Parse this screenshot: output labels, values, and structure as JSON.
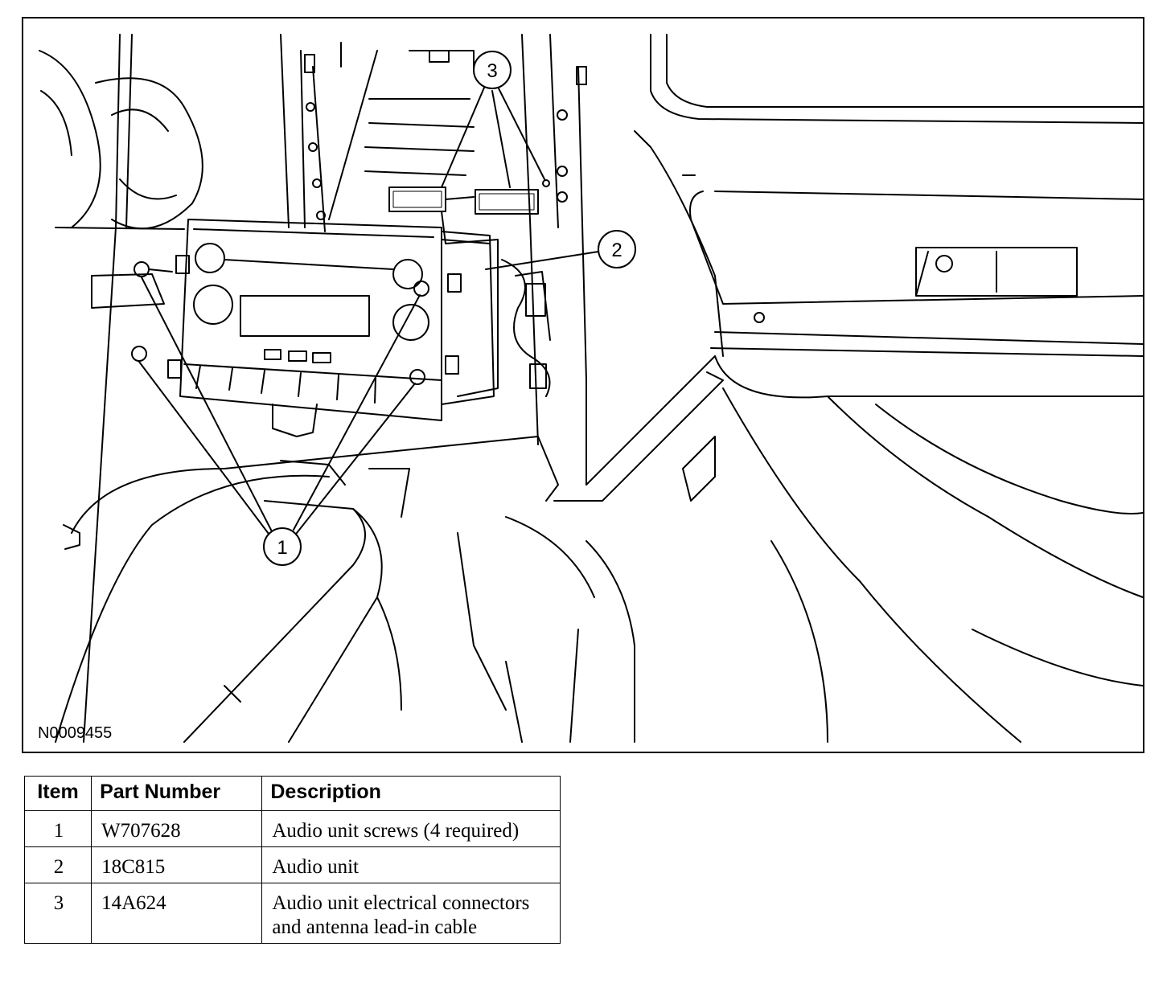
{
  "figure": {
    "id": "N0009455",
    "callouts": [
      {
        "label": "1"
      },
      {
        "label": "2"
      },
      {
        "label": "3"
      }
    ]
  },
  "table": {
    "headers": {
      "item": "Item",
      "part_number": "Part Number",
      "description": "Description"
    },
    "rows": [
      {
        "item": "1",
        "part_number": "W707628",
        "description": "Audio unit screws (4 required)"
      },
      {
        "item": "2",
        "part_number": "18C815",
        "description": "Audio unit"
      },
      {
        "item": "3",
        "part_number": "14A624",
        "description": "Audio unit electrical connectors and antenna lead-in cable"
      }
    ]
  }
}
